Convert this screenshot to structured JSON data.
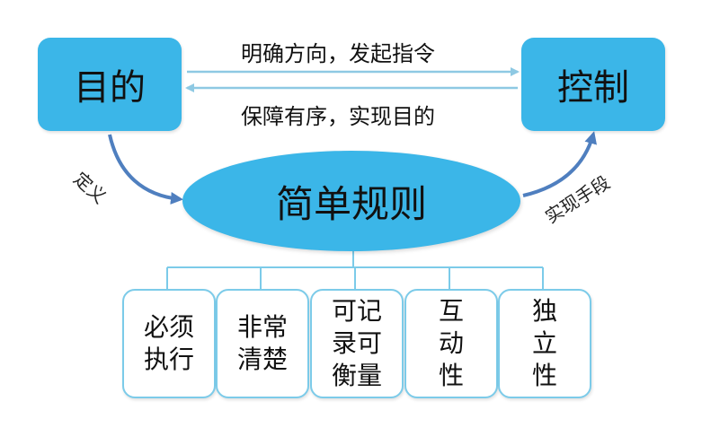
{
  "diagram": {
    "goal_box": "目的",
    "control_box": "控制",
    "goal_to_control_label": "明确方向，发起指令",
    "control_to_goal_label": "保障有序，实现目的",
    "center": "简单规则",
    "define_label": "定义",
    "means_label": "实现手段",
    "rules": [
      "必须\n执行",
      "非常\n清楚",
      "可记\n录可\n衡量",
      "互\n动\n性",
      "独\n立\n性"
    ]
  },
  "colors": {
    "box_fill": "#3bb6e8",
    "arrow": "#7fc3e0",
    "curve_arrow": "#4f7fbf",
    "rule_border": "#7ccbe9"
  }
}
